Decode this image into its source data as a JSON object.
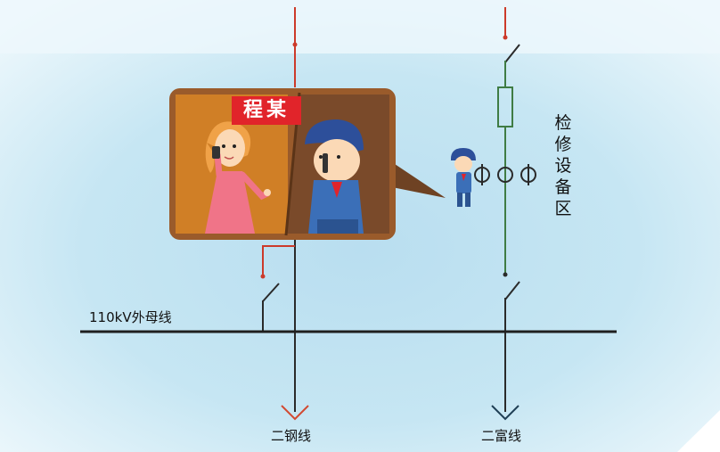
{
  "labels": {
    "bus": "110kV外母线",
    "line_left": "二钢线",
    "line_right": "二富线",
    "zone": "检修设备区",
    "person_name": "程某"
  },
  "colors": {
    "bg_light": "#eaf6fb",
    "bg_blue": "#bfe3f1",
    "line_dark": "#2a2a2a",
    "line_red": "#cc3a2a",
    "line_green": "#3f7c44",
    "arrow_right": "#1f3f55",
    "arrow_left": "#d24a32",
    "panel_border": "#9a5b2b",
    "panel_left": "#d07f26",
    "panel_right": "#7a4a2a",
    "tag_red": "#e1242a"
  },
  "icons": [
    "telephone-icon",
    "worker-icon",
    "woman-icon",
    "grounding-symbol-icon",
    "switch-icon",
    "fuse-icon"
  ]
}
